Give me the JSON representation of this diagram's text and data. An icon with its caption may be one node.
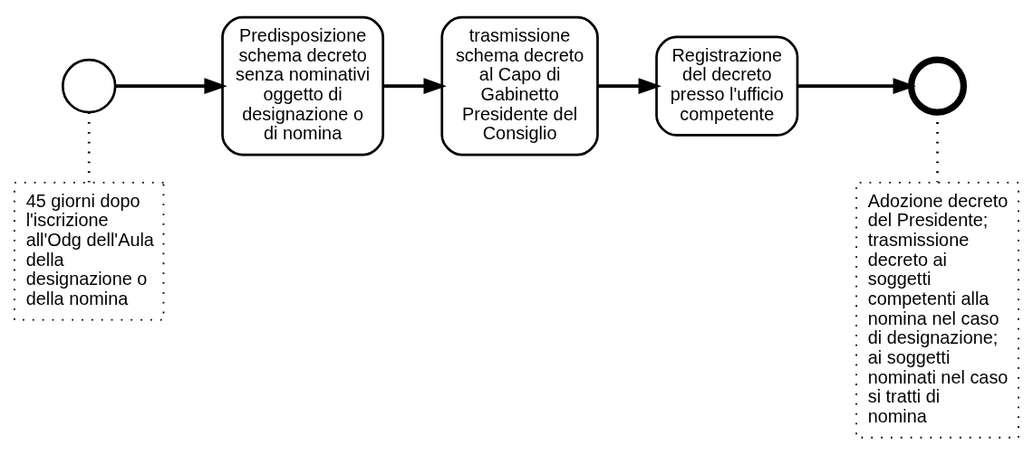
{
  "diagram": {
    "nodes": [
      {
        "text": [],
        "shape": "circle"
      },
      {
        "text": [
          "Predisposizione schema decreto senza nominativi oggetto di designazione o di nomina"
        ]
      },
      {
        "text": [
          "trasmissione schema decreto al Capo di Gabinetto Presidente del Consiglio"
        ]
      },
      {
        "text": [
          "Registrazione del decreto presso l'ufficio competente"
        ]
      },
      {
        "text": [],
        "shape": "circle"
      },
      {
        "text": [
          "45 giorni dopo l'iscrizione all'Odg dell'Aula della designazione o della nomina"
        ]
      },
      {
        "text": [
          "Adozione decreto del Presidente; trasmissione decreto ai soggetti competenti alla nomina nel caso di designazione; ai soggetti nominati nel caso si tratti di nomina"
        ]
      }
    ],
    "edges": [
      {
        "from": 0,
        "to": 1,
        "arrow": "to"
      },
      {
        "from": 1,
        "to": 2,
        "arrow": "to"
      },
      {
        "from": 2,
        "to": 3,
        "arrow": "to"
      },
      {
        "from": 3,
        "to": 4,
        "arrow": "to"
      },
      {
        "from": 0,
        "to": 5,
        "arrow": "none",
        "style": "dashed"
      },
      {
        "from": 4,
        "to": 6,
        "arrow": "none",
        "style": "dashed"
      }
    ]
  }
}
